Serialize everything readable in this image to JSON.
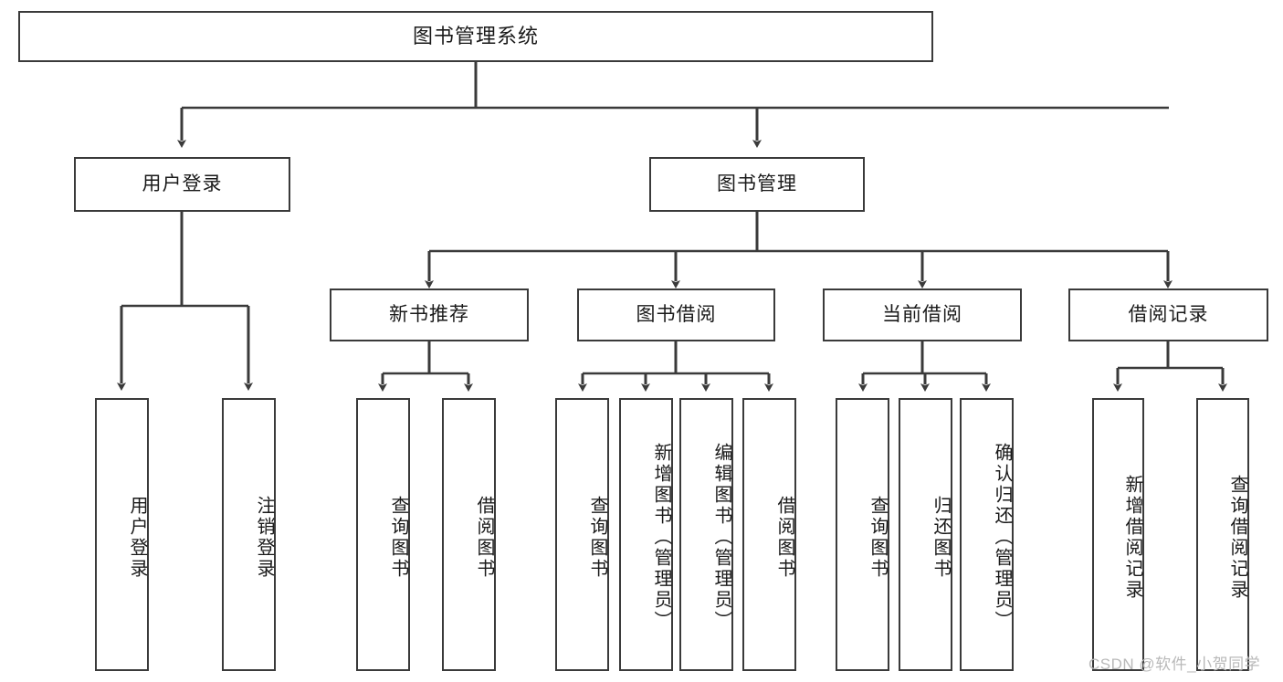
{
  "diagram": {
    "title": "图书管理系统",
    "type": "tree-hierarchy-chart",
    "colors": {
      "box_border": "#3a3a3a",
      "box_fill": "#ffffff",
      "edge": "#3a3a3a",
      "text": "#1a1a1a",
      "watermark": "#b9b9b9"
    },
    "root": {
      "label": "图书管理系统"
    },
    "level2": [
      {
        "label": "用户登录"
      },
      {
        "label": "图书管理"
      }
    ],
    "level3": [
      {
        "label": "新书推荐"
      },
      {
        "label": "图书借阅"
      },
      {
        "label": "当前借阅"
      },
      {
        "label": "借阅记录"
      }
    ],
    "leaves": {
      "user_login": [
        {
          "label": "用户登录"
        },
        {
          "label": "注销登录"
        }
      ],
      "new_book_recommend": [
        {
          "label": "查询图书"
        },
        {
          "label": "借阅图书"
        }
      ],
      "book_borrow": [
        {
          "label": "查询图书"
        },
        {
          "label": "新增图书（管理员）"
        },
        {
          "label": "编辑图书（管理员）"
        },
        {
          "label": "借阅图书"
        }
      ],
      "current_borrow": [
        {
          "label": "查询图书"
        },
        {
          "label": "归还图书"
        },
        {
          "label": "确认归还（管理员）"
        }
      ],
      "borrow_record": [
        {
          "label": "新增借阅记录"
        },
        {
          "label": "查询借阅记录"
        }
      ]
    }
  },
  "watermark": {
    "text": "CSDN @软件_小贺同学"
  }
}
